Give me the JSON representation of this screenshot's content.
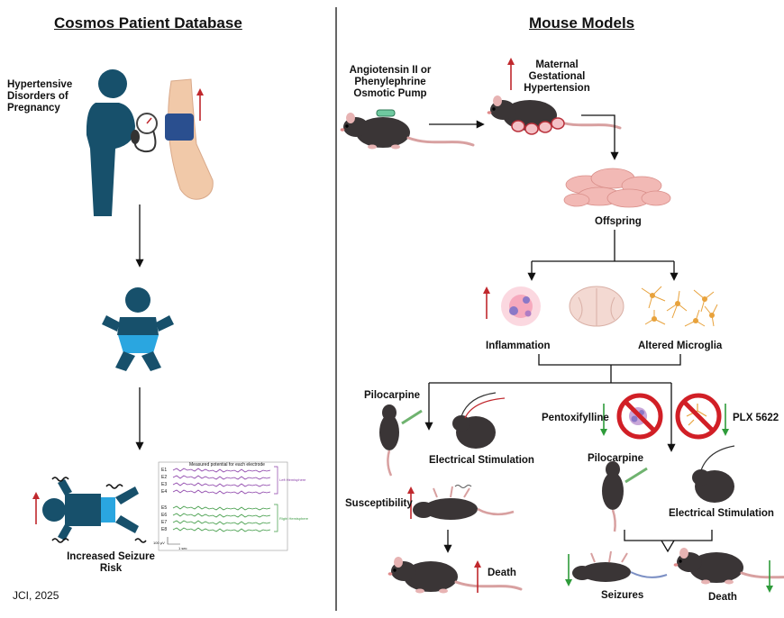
{
  "left_panel": {
    "title": "Cosmos Patient Database",
    "hdp_label": "Hypertensive Disorders of Pregnancy",
    "outcome_label": "Increased Seizure Risk",
    "eeg": {
      "title": "Measured potential for each electrode",
      "channels_left": [
        "E1",
        "E2",
        "E3",
        "E4"
      ],
      "channels_right": [
        "E5",
        "E6",
        "E7",
        "E8"
      ],
      "left_label": "Left Hemisphere",
      "right_label": "Right Hemisphere",
      "scale_v": "100 µV",
      "scale_t": "1 sec"
    },
    "citation": "JCI, 2025"
  },
  "right_panel": {
    "title": "Mouse Models",
    "pump_label": "Angiotensin II or Phenylephrine Osmotic Pump",
    "maternal_label": "Maternal Gestational Hypertension",
    "offspring_label": "Offspring",
    "inflammation_label": "Inflammation",
    "microglia_label": "Altered Microglia",
    "pilocarpine_left": "Pilocarpine",
    "electrical_left": "Electrical Stimulation",
    "susceptibility_label": "Susceptibility",
    "death_left": "Death",
    "pentoxifylline_label": "Pentoxifylline",
    "plx_label": "PLX 5622",
    "pilocarpine_right": "Pilocarpine",
    "electrical_right": "Electrical Stimulation",
    "seizures_label": "Seizures",
    "death_right": "Death"
  },
  "colors": {
    "person_blue": "#17506b",
    "baby_accent": "#2aa6e0",
    "up_arrow": "#c0282d",
    "down_arrow": "#2e9b3a",
    "no_sign": "#d11f26",
    "mouse": "#3a3536",
    "eeg_purple": "#8a3fa8",
    "eeg_green": "#3e9a44"
  }
}
